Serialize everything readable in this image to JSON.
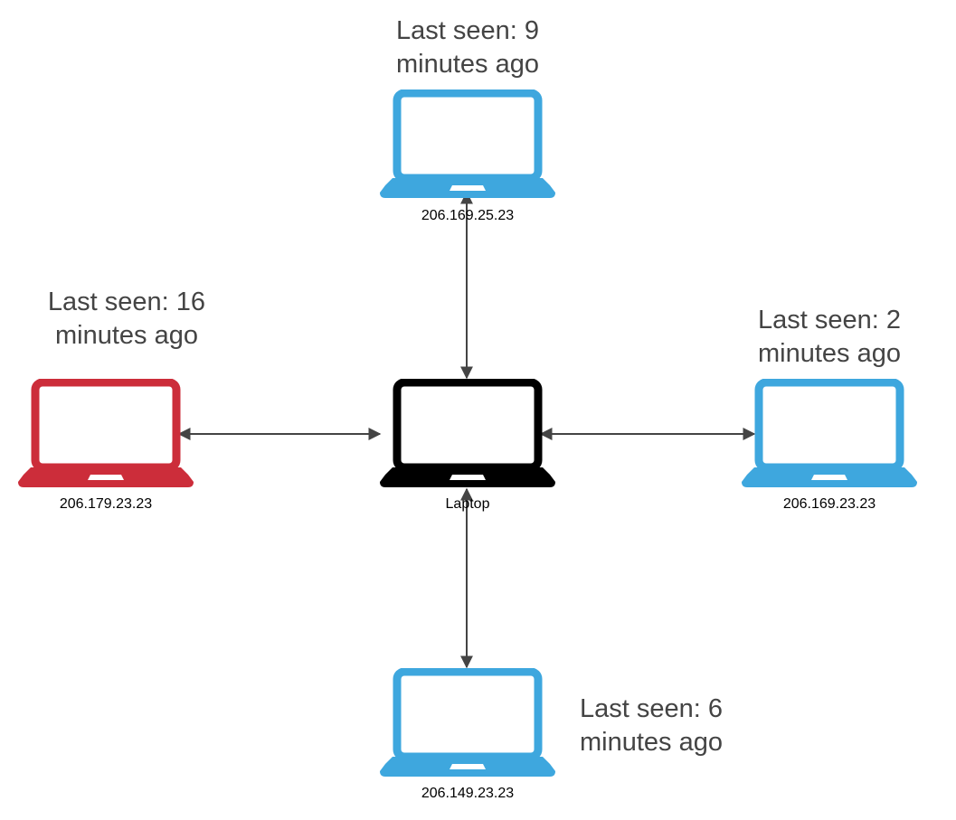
{
  "colors": {
    "online": "#3ea7de",
    "offline": "#cc2d3a",
    "self": "#000000",
    "link": "#444444"
  },
  "center": {
    "label": "Laptop",
    "icon": "laptop-icon"
  },
  "nodes": {
    "top": {
      "ip": "206.169.25.23",
      "status_line1": "Last seen: 9",
      "status_line2": "minutes ago",
      "icon": "laptop-icon"
    },
    "left": {
      "ip": "206.179.23.23",
      "status_line1": "Last seen: 16",
      "status_line2": "minutes ago",
      "icon": "laptop-icon"
    },
    "right": {
      "ip": "206.169.23.23",
      "status_line1": "Last seen: 2",
      "status_line2": "minutes ago",
      "icon": "laptop-icon"
    },
    "bottom": {
      "ip": "206.149.23.23",
      "status_line1": "Last seen: 6",
      "status_line2": "minutes ago",
      "icon": "laptop-icon"
    }
  }
}
